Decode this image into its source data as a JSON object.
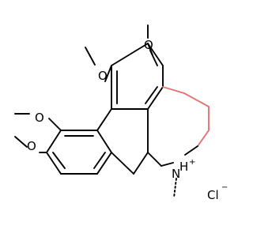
{
  "molecule": {
    "atom_labels": {
      "o1": "O",
      "o2": "O",
      "o3": "O",
      "o4": "O",
      "n": "N",
      "n_h": "H",
      "n_charge": "+",
      "cl": "Cl",
      "cl_charge": "−"
    },
    "colors": {
      "bonds": "#000000",
      "highlighted_ring": "#e57373",
      "text": "#000000"
    }
  }
}
